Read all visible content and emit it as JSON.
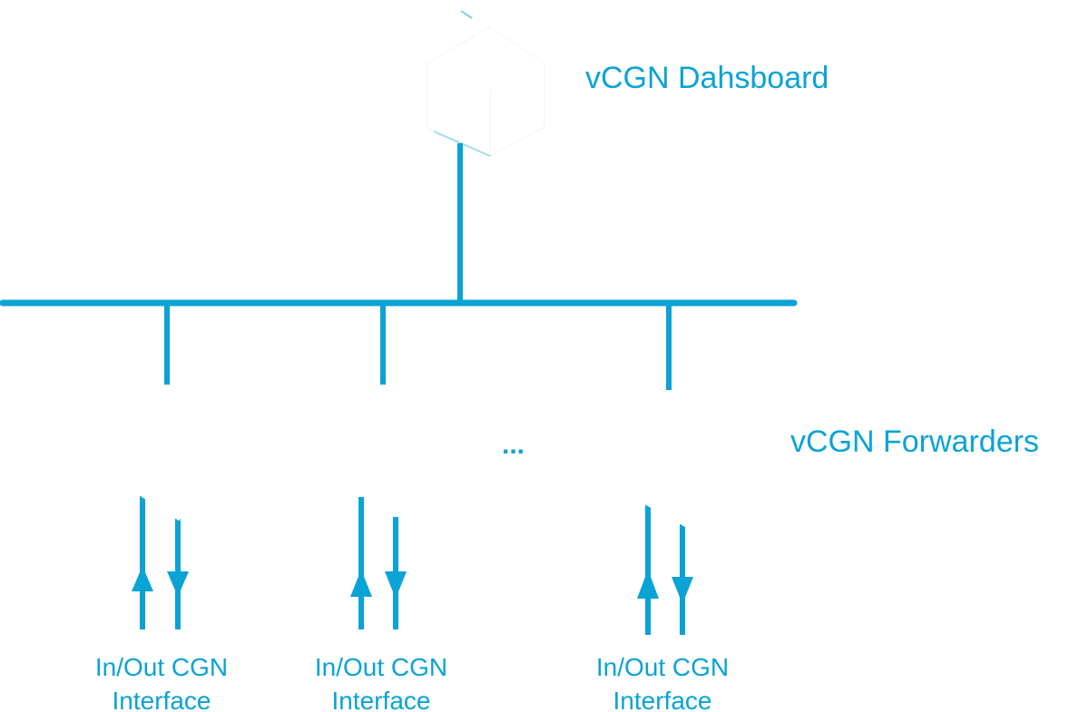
{
  "colors": {
    "accent": "#0aa3d6",
    "background": "#ffffff"
  },
  "dashboard": {
    "label": "vCGN Dahsboard",
    "icon": "server-icon"
  },
  "forwarders": {
    "label": "vCGN Forwarders",
    "ellipsis": "...",
    "items": [
      {
        "label_line1": "In/Out CGN",
        "label_line2": "Interface"
      },
      {
        "label_line1": "In/Out CGN",
        "label_line2": "Interface"
      },
      {
        "label_line1": "In/Out CGN",
        "label_line2": "Interface"
      }
    ]
  }
}
